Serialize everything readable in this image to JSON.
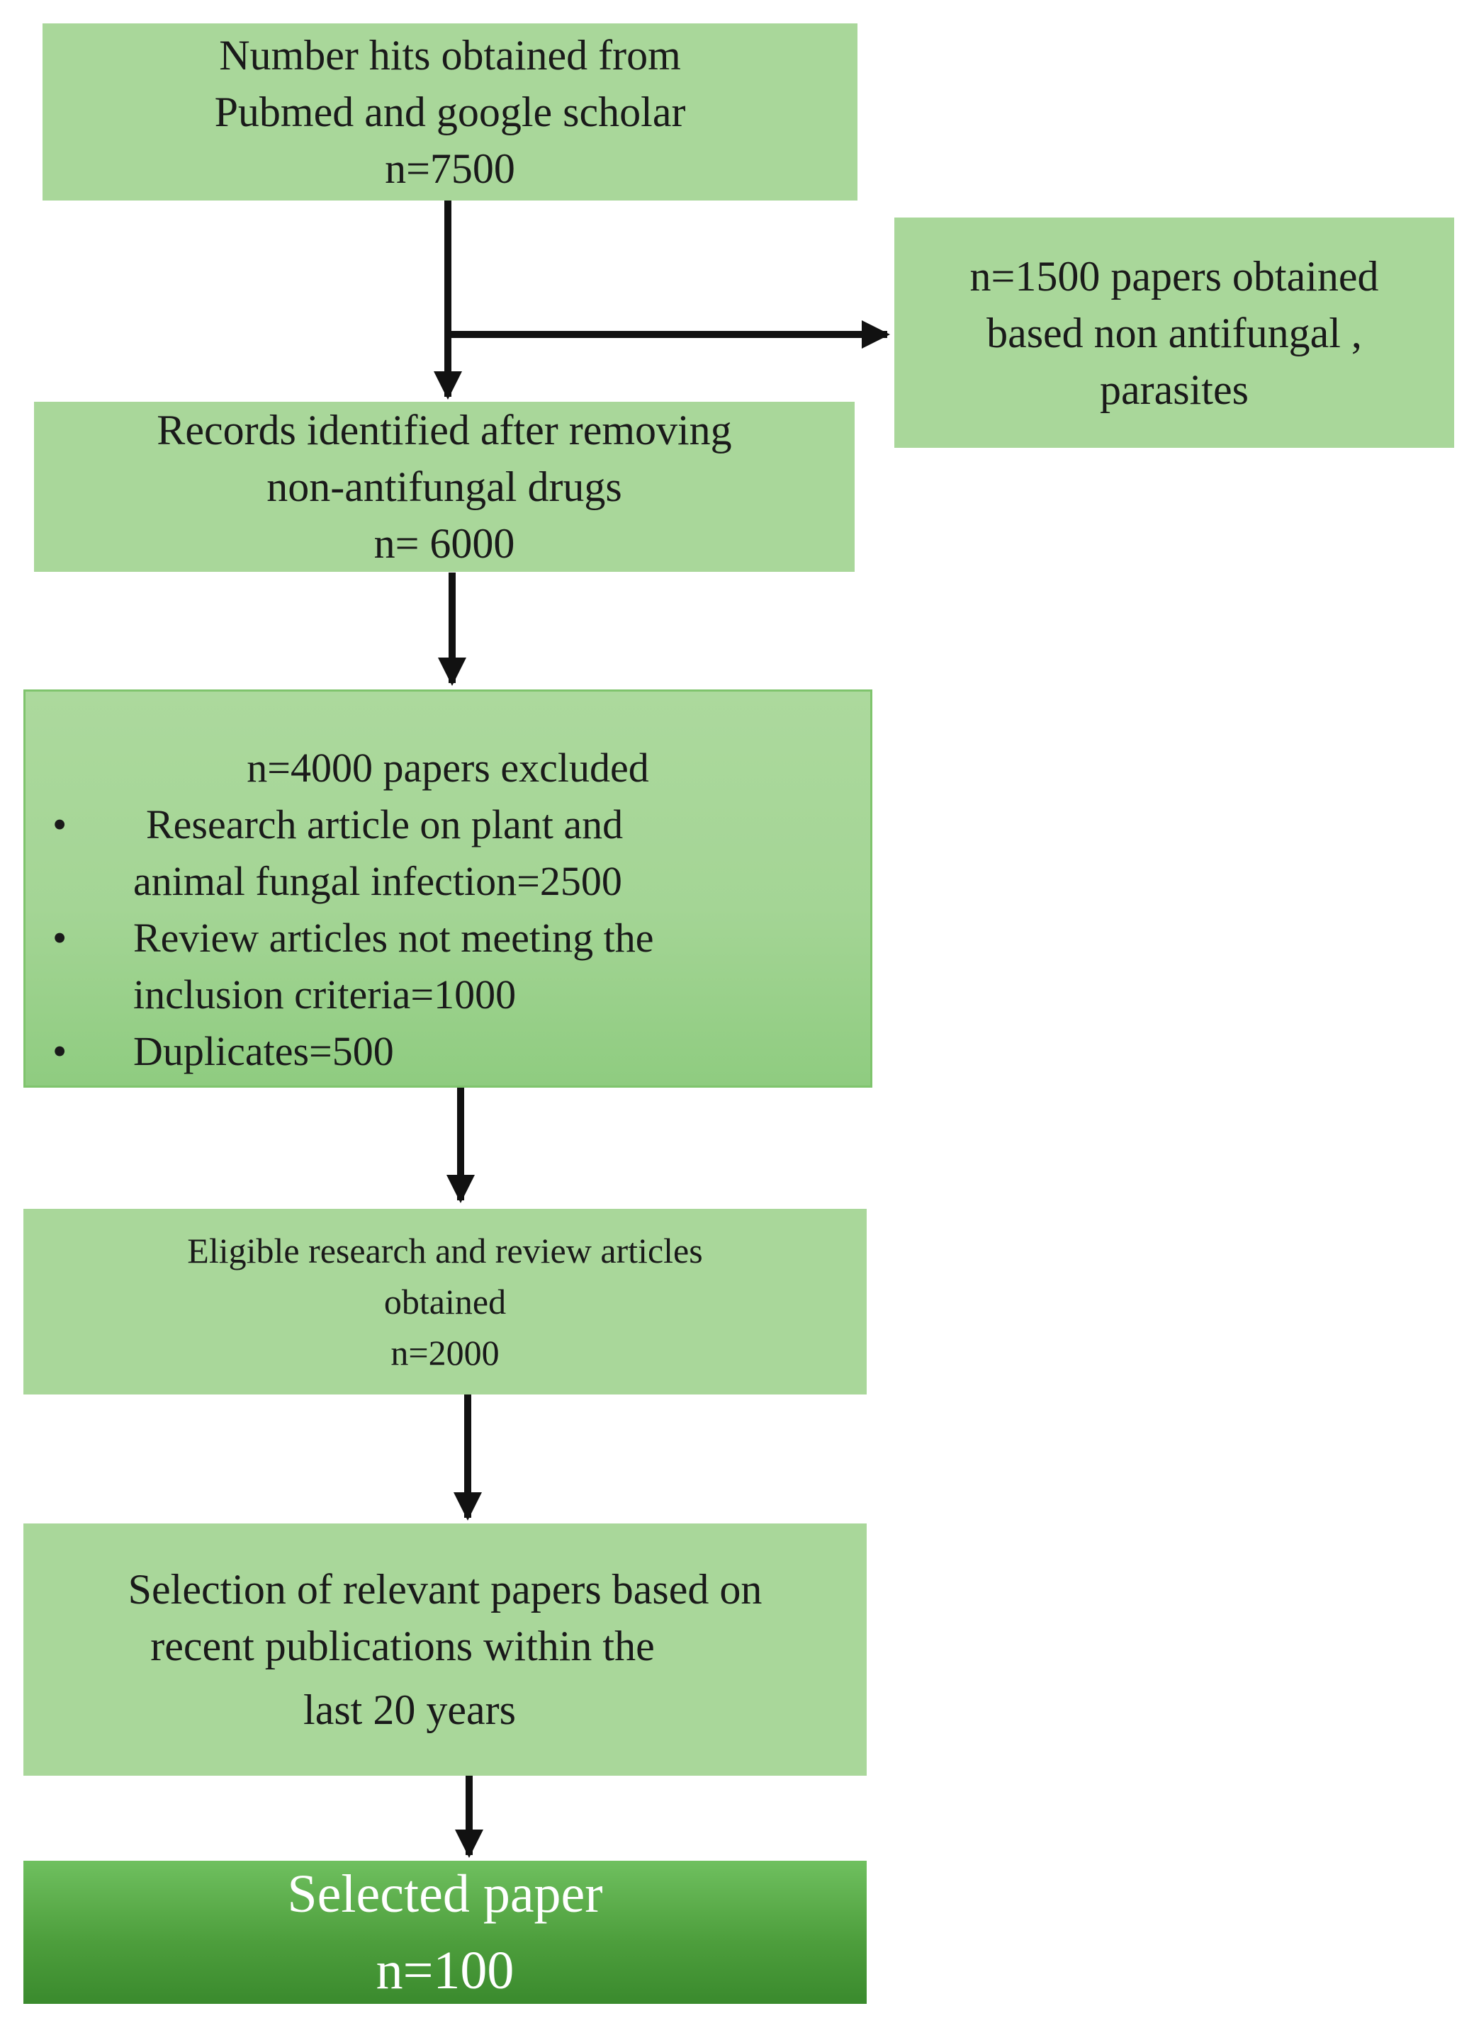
{
  "flowchart": {
    "identification": {
      "lines": [
        "Number hits obtained from",
        "Pubmed and google  scholar",
        "n=7500"
      ]
    },
    "side_exclusion": {
      "lines": [
        "n=1500 papers  obtained",
        "based non antifungal ,",
        "parasites"
      ]
    },
    "records": {
      "lines": [
        "Records  identified after removing",
        "non-antifungal drugs",
        "n= 6000"
      ]
    },
    "exclusions": {
      "heading": "n=4000 papers excluded",
      "bullet_symbol": "•",
      "items": [
        {
          "lines": [
            "Research article on plant and",
            "animal fungal infection=2500"
          ]
        },
        {
          "lines": [
            "Review  articles not meeting  the",
            "inclusion criteria=1000"
          ]
        },
        {
          "lines": [
            "Duplicates=500"
          ]
        }
      ]
    },
    "eligible": {
      "lines": [
        "Eligible  research  and review   articles",
        "obtained",
        "n=2000"
      ]
    },
    "selection": {
      "lines": [
        "Selection of relevant papers based on",
        "recent publications  within the",
        "last 20 years"
      ]
    },
    "selected": {
      "lines": [
        "Selected paper",
        "n=100"
      ]
    }
  },
  "colors": {
    "box_fill": "#a9d79a",
    "selected_fill_top": "#6fc05f",
    "selected_fill_bottom": "#3a8a2d",
    "arrow": "#111111"
  }
}
